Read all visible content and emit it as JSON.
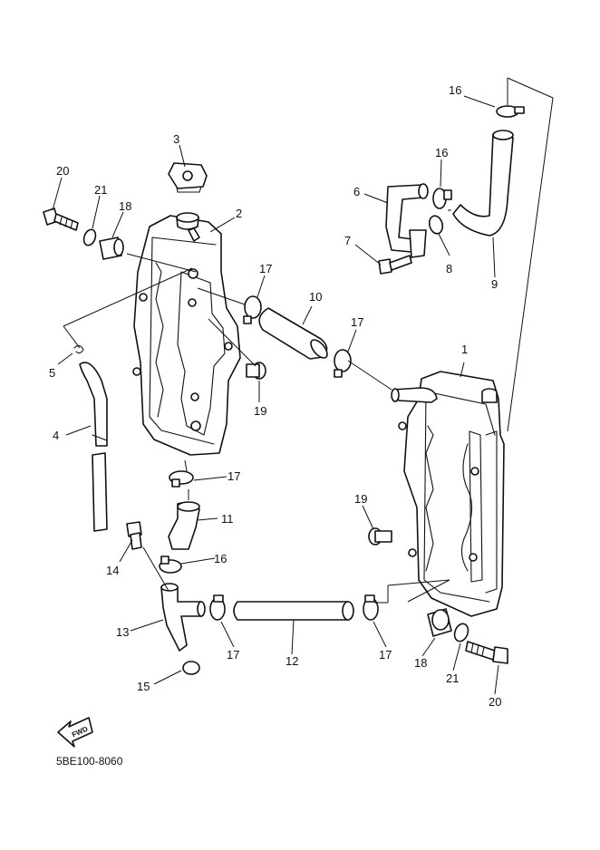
{
  "callouts": [
    {
      "id": "c1",
      "text": "1"
    },
    {
      "id": "c2",
      "text": "2"
    },
    {
      "id": "c3",
      "text": "3"
    },
    {
      "id": "c4",
      "text": "4"
    },
    {
      "id": "c5",
      "text": "5"
    },
    {
      "id": "c6",
      "text": "6"
    },
    {
      "id": "c7",
      "text": "7"
    },
    {
      "id": "c8",
      "text": "8"
    },
    {
      "id": "c9",
      "text": "9"
    },
    {
      "id": "c10",
      "text": "10"
    },
    {
      "id": "c11",
      "text": "11"
    },
    {
      "id": "c12",
      "text": "12"
    },
    {
      "id": "c13",
      "text": "13"
    },
    {
      "id": "c14",
      "text": "14"
    },
    {
      "id": "c15",
      "text": "15"
    },
    {
      "id": "c16a",
      "text": "16"
    },
    {
      "id": "c16b",
      "text": "16"
    },
    {
      "id": "c16c",
      "text": "16"
    },
    {
      "id": "c17a",
      "text": "17"
    },
    {
      "id": "c17b",
      "text": "17"
    },
    {
      "id": "c17c",
      "text": "17"
    },
    {
      "id": "c17d",
      "text": "17"
    },
    {
      "id": "c17e",
      "text": "17"
    },
    {
      "id": "c18a",
      "text": "18"
    },
    {
      "id": "c18b",
      "text": "18"
    },
    {
      "id": "c19a",
      "text": "19"
    },
    {
      "id": "c19b",
      "text": "19"
    },
    {
      "id": "c20a",
      "text": "20"
    },
    {
      "id": "c20b",
      "text": "20"
    },
    {
      "id": "c21a",
      "text": "21"
    },
    {
      "id": "c21b",
      "text": "21"
    }
  ],
  "fwd_label": "FWD",
  "diagram_code": "5BE100-8060"
}
